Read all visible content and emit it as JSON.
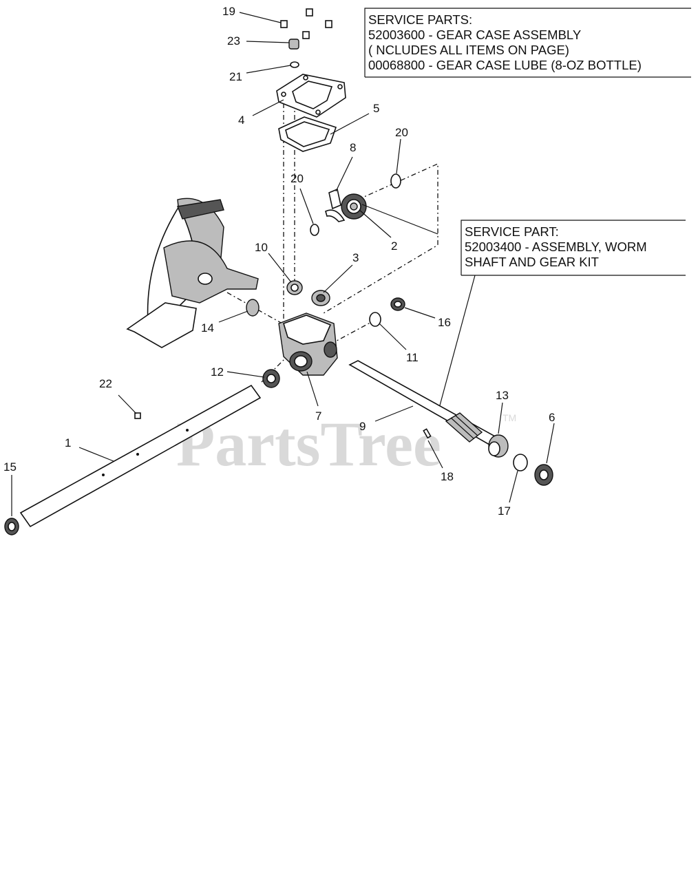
{
  "service_boxes": {
    "gear_case": {
      "title": "SERVICE PARTS:",
      "lines": [
        "52003600 - GEAR CASE ASSEMBLY",
        "( NCLUDES ALL ITEMS ON PAGE)",
        "00068800 - GEAR CASE LUBE (8-OZ BOTTLE)"
      ]
    },
    "worm_shaft": {
      "title": "SERVICE PART:",
      "lines": [
        "52003400 - ASSEMBLY, WORM",
        "SHAFT AND GEAR KIT"
      ]
    }
  },
  "callouts": [
    "19",
    "23",
    "21",
    "4",
    "5",
    "8",
    "20",
    "20",
    "10",
    "3",
    "2",
    "14",
    "16",
    "11",
    "12",
    "7",
    "22",
    "1",
    "9",
    "13",
    "6",
    "15",
    "18",
    "17"
  ],
  "watermark": {
    "text": "PartsTree",
    "mark": "TM"
  }
}
